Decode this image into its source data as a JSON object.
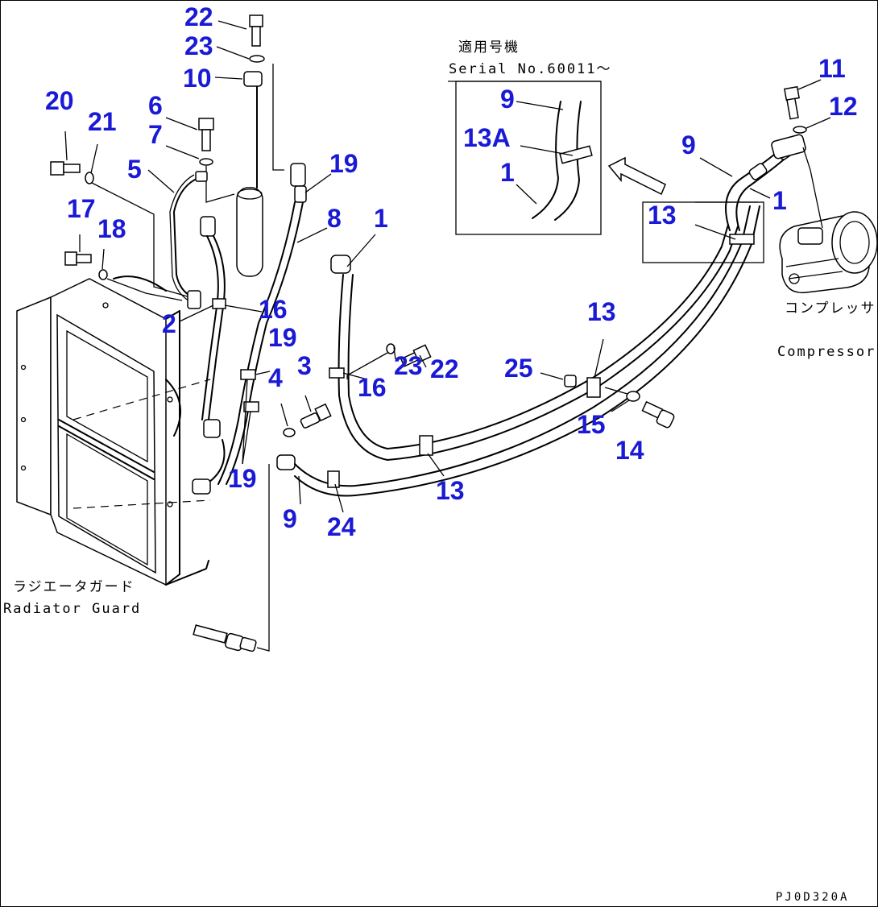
{
  "inset": {
    "applicability_jp": "適用号機",
    "serial": "Serial No.60011〜"
  },
  "labels": {
    "compressor_jp": "コンプレッサ",
    "compressor_en": "Compressor",
    "radiator_guard_jp": "ラジエータガード",
    "radiator_guard_en": "Radiator Guard",
    "drawing_code": "PJ0D320A"
  },
  "callouts": [
    {
      "id": "c22a",
      "text": "22"
    },
    {
      "id": "c23a",
      "text": "23"
    },
    {
      "id": "c10",
      "text": "10"
    },
    {
      "id": "c20",
      "text": "20"
    },
    {
      "id": "c21",
      "text": "21"
    },
    {
      "id": "c6",
      "text": "6"
    },
    {
      "id": "c7",
      "text": "7"
    },
    {
      "id": "c5",
      "text": "5"
    },
    {
      "id": "c19a",
      "text": "19"
    },
    {
      "id": "c8",
      "text": "8"
    },
    {
      "id": "c1a",
      "text": "1"
    },
    {
      "id": "c17",
      "text": "17"
    },
    {
      "id": "c18",
      "text": "18"
    },
    {
      "id": "c2",
      "text": "2"
    },
    {
      "id": "c16a",
      "text": "16"
    },
    {
      "id": "c19b",
      "text": "19"
    },
    {
      "id": "c3",
      "text": "3"
    },
    {
      "id": "c4",
      "text": "4"
    },
    {
      "id": "c19c",
      "text": "19"
    },
    {
      "id": "c9a",
      "text": "9"
    },
    {
      "id": "c24",
      "text": "24"
    },
    {
      "id": "c23b",
      "text": "23"
    },
    {
      "id": "c22b",
      "text": "22"
    },
    {
      "id": "c16b",
      "text": "16"
    },
    {
      "id": "c13a",
      "text": "13"
    },
    {
      "id": "c25",
      "text": "25"
    },
    {
      "id": "c13b",
      "text": "13"
    },
    {
      "id": "c15",
      "text": "15"
    },
    {
      "id": "c14",
      "text": "14"
    },
    {
      "id": "c9b",
      "text": "9"
    },
    {
      "id": "c13A",
      "text": "13A"
    },
    {
      "id": "c1b",
      "text": "1"
    },
    {
      "id": "c11",
      "text": "11"
    },
    {
      "id": "c12",
      "text": "12"
    },
    {
      "id": "c9c",
      "text": "9"
    },
    {
      "id": "c1c",
      "text": "1"
    },
    {
      "id": "c13c",
      "text": "13"
    }
  ],
  "colors": {
    "callout": "#1a1ad6",
    "line": "#000000",
    "background": "#ffffff"
  }
}
